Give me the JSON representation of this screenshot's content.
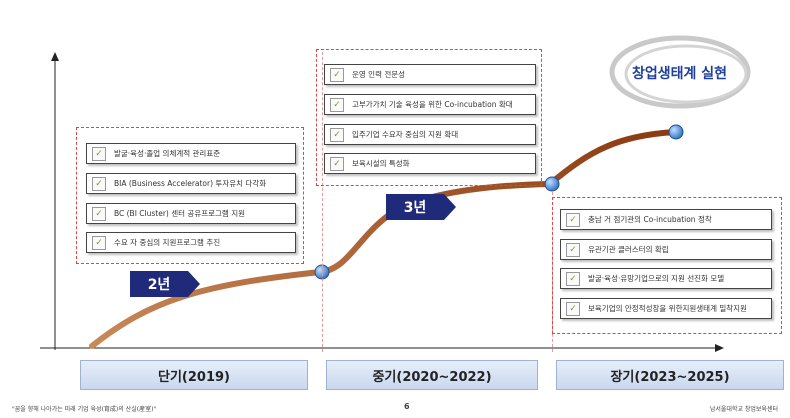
{
  "goal": "창업생태계 실현",
  "arrows": {
    "short": "2년",
    "mid": "3년"
  },
  "groups": {
    "short": [
      "발굴·육성·졸업 의체계적 관리표준",
      "BIA (Business Accelerator) 투자유치 다각화",
      "BC (BI Cluster) 센터 공유프로그램 지원",
      "수요 자 중심의 지원프로그램 추진"
    ],
    "mid": [
      "운영 인력 전문성",
      "고부가가치 기술 육성을 위한 Co-incubation 확대",
      "입주기업 수요자 중심의 지원 확대",
      "보육시설의 특성화"
    ],
    "long": [
      "충남 거 점기관의 Co-incubation 정착",
      "유관기관 클러스터의 확립",
      "발굴·육성·유망기업으로의 지원 선진화 모델",
      "보육기업의 안정적성장을 위한지원생태계 밀착지원"
    ]
  },
  "periods": [
    "단기(2019)",
    "중기(2020~2022)",
    "장기(2023~2025)"
  ],
  "footer": {
    "left": "\"꿈을 향해 나아가는 미래 기업 육성(育成)의 산실(産室)\"",
    "page": "6",
    "right": "남서울대학교 창업보육센터"
  },
  "check_mark": "✓"
}
